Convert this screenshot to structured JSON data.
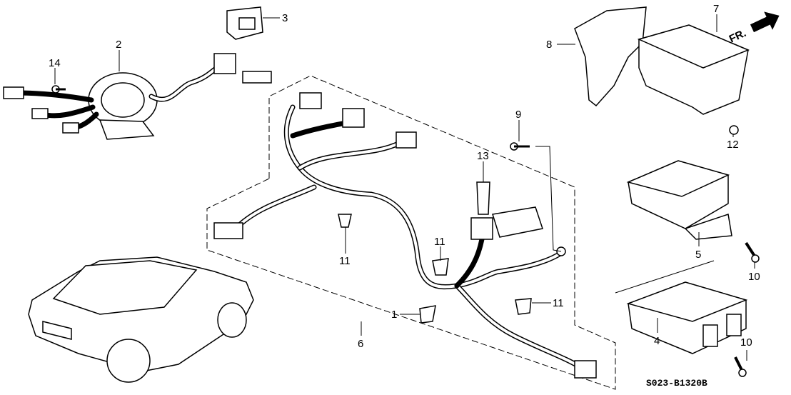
{
  "diagram": {
    "callouts": [
      {
        "label": "1"
      },
      {
        "label": "2"
      },
      {
        "label": "3"
      },
      {
        "label": "4"
      },
      {
        "label": "5"
      },
      {
        "label": "6"
      },
      {
        "label": "7"
      },
      {
        "label": "8"
      },
      {
        "label": "9"
      },
      {
        "label": "10"
      },
      {
        "label": "10"
      },
      {
        "label": "11"
      },
      {
        "label": "11"
      },
      {
        "label": "11"
      },
      {
        "label": "12"
      },
      {
        "label": "13"
      },
      {
        "label": "14"
      }
    ],
    "direction_label": "FR.",
    "diagram_code": "S023-B1320B"
  }
}
